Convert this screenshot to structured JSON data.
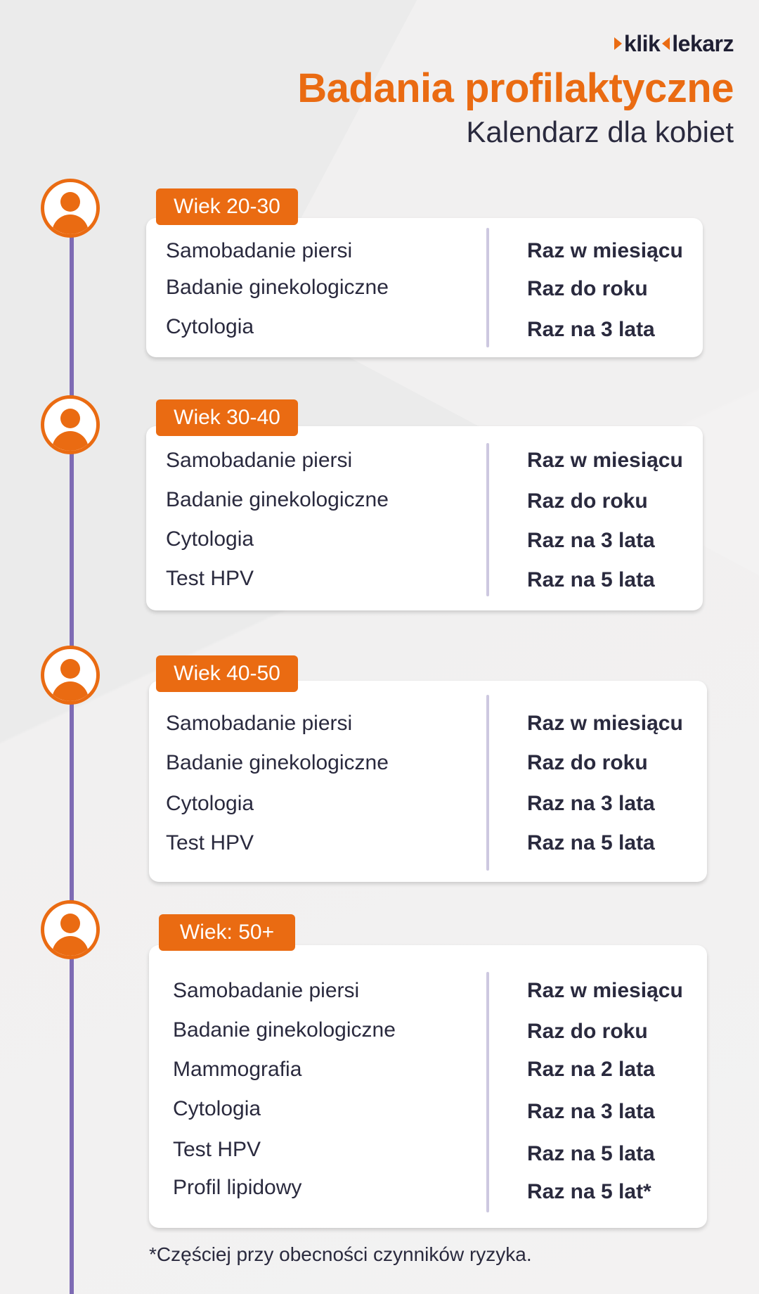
{
  "brand": {
    "logo_part1": "klik",
    "logo_part2": "lekarz",
    "accent_color": "#ea6b12",
    "timeline_color": "#7e6bb4"
  },
  "header": {
    "title": "Badania profilaktyczne",
    "subtitle": "Kalendarz dla kobiet"
  },
  "sections": [
    {
      "age": "Wiek 20-30",
      "rows": [
        {
          "label": "Samobadanie piersi",
          "value": "Raz w miesiącu"
        },
        {
          "label": "Badanie ginekologiczne",
          "value": "Raz do roku"
        },
        {
          "label": "Cytologia",
          "value": "Raz na 3 lata"
        }
      ]
    },
    {
      "age": "Wiek 30-40",
      "rows": [
        {
          "label": "Samobadanie piersi",
          "value": "Raz w miesiącu"
        },
        {
          "label": "Badanie ginekologiczne",
          "value": "Raz do roku"
        },
        {
          "label": "Cytologia",
          "value": "Raz na 3 lata"
        },
        {
          "label": "Test HPV",
          "value": "Raz na 5 lata"
        }
      ]
    },
    {
      "age": "Wiek 40-50",
      "rows": [
        {
          "label": "Samobadanie piersi",
          "value": "Raz w miesiącu"
        },
        {
          "label": "Badanie ginekologiczne",
          "value": "Raz do roku"
        },
        {
          "label": "Cytologia",
          "value": "Raz na 3 lata"
        },
        {
          "label": "Test HPV",
          "value": "Raz na 5 lata"
        }
      ]
    },
    {
      "age": "Wiek: 50+",
      "rows": [
        {
          "label": "Samobadanie piersi",
          "value": "Raz w miesiącu"
        },
        {
          "label": "Badanie ginekologiczne",
          "value": "Raz do roku"
        },
        {
          "label": "Mammografia",
          "value": "Raz na 2 lata"
        },
        {
          "label": "Cytologia",
          "value": "Raz na 3 lata"
        },
        {
          "label": "Test HPV",
          "value": "Raz na 5 lata"
        },
        {
          "label": "Profil lipidowy",
          "value": "Raz na 5 lat*"
        }
      ]
    }
  ],
  "footnote": "*Częściej przy obecności czynników ryzyka."
}
